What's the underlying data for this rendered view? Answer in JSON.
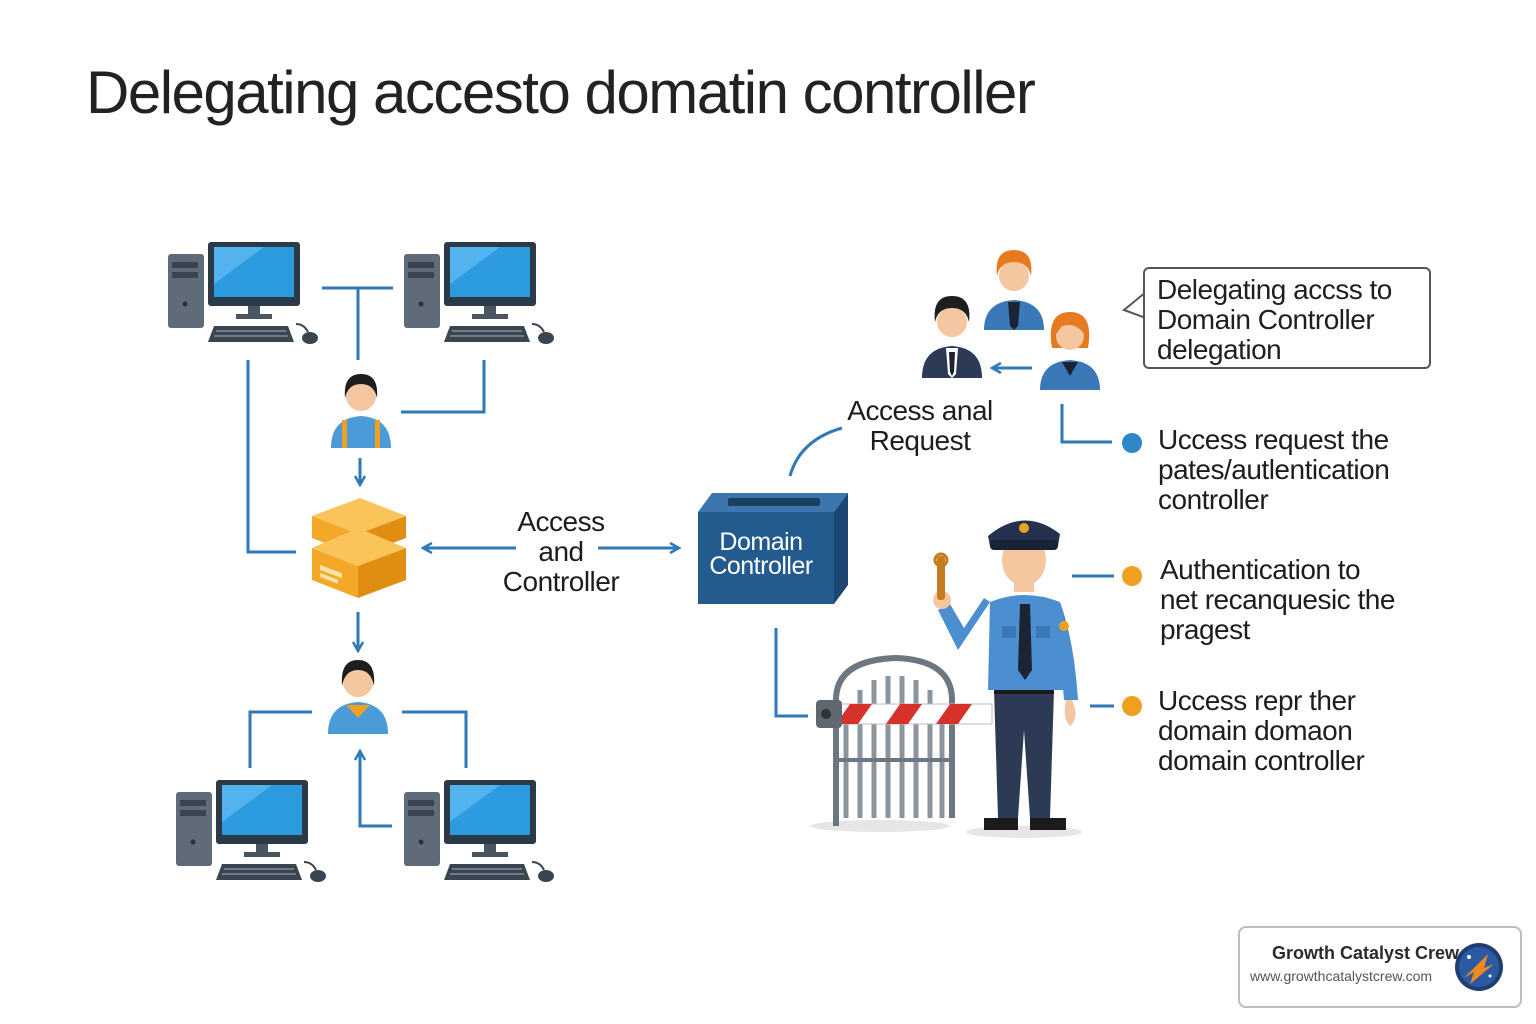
{
  "title": "Delegating accestо domatin controller",
  "labels": {
    "access_and_controller": [
      "Access",
      "and",
      "Controller"
    ],
    "access_request": [
      "Access anal",
      "Request"
    ],
    "domain_controller": [
      "Domain",
      "Controller"
    ]
  },
  "callout": {
    "lines": [
      "Delegating accss to",
      "Domain Controller",
      "delegation"
    ]
  },
  "steps": [
    {
      "lines": [
        "Uccess request the",
        "pates/autlentication",
        "controller"
      ],
      "color": "#2f86c8"
    },
    {
      "lines": [
        "Authentication to",
        "net recanquesic the",
        "pragest"
      ],
      "color": "#f0a020"
    },
    {
      "lines": [
        "Uccess repr ther",
        "domain domaon",
        "domain controller"
      ],
      "color": "#f0a020"
    }
  ],
  "brand": {
    "name": "Growth Catalyst Crew",
    "url": "www.growthcatalystcrew.com"
  },
  "colors": {
    "line": "#2f79b7",
    "box": "#245b8f",
    "folder": "#f3a82a",
    "screen": "#2d9be0",
    "uniform": "#4b8fd0"
  },
  "icons": [
    "desktop-computer-icon",
    "user-icon",
    "folder-stack-icon",
    "domain-controller-box-icon",
    "security-guard-icon",
    "gate-barrier-icon",
    "user-group-icon"
  ]
}
